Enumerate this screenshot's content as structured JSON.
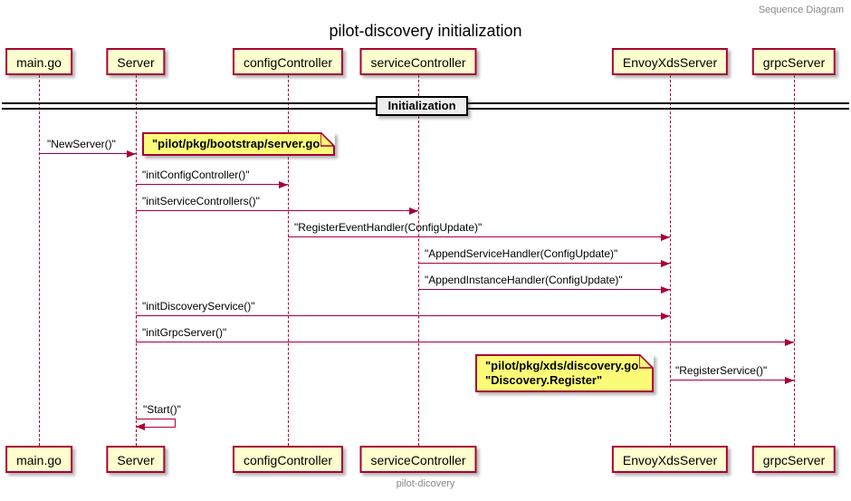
{
  "header": {
    "label": "Sequence Diagram"
  },
  "title": "pilot-discovery initialization",
  "divider": {
    "label": "Initialization"
  },
  "participants": [
    {
      "label": "main.go"
    },
    {
      "label": "Server"
    },
    {
      "label": "configController"
    },
    {
      "label": "serviceController"
    },
    {
      "label": "EnvoyXdsServer"
    },
    {
      "label": "grpcServer"
    }
  ],
  "messages": [
    {
      "label": "\"NewServer()\"",
      "from": "main.go",
      "to": "Server"
    },
    {
      "label": "\"initConfigController()\"",
      "from": "Server",
      "to": "configController"
    },
    {
      "label": "\"initServiceControllers()\"",
      "from": "Server",
      "to": "serviceController"
    },
    {
      "label": "\"RegisterEventHandler(ConfigUpdate)\"",
      "from": "configController",
      "to": "EnvoyXdsServer"
    },
    {
      "label": "\"AppendServiceHandler(ConfigUpdate)\"",
      "from": "serviceController",
      "to": "EnvoyXdsServer"
    },
    {
      "label": "\"AppendInstanceHandler(ConfigUpdate)\"",
      "from": "serviceController",
      "to": "EnvoyXdsServer"
    },
    {
      "label": "\"initDiscoveryService()\"",
      "from": "Server",
      "to": "EnvoyXdsServer"
    },
    {
      "label": "\"initGrpcServer()\"",
      "from": "Server",
      "to": "grpcServer"
    },
    {
      "label": "\"RegisterService()\"",
      "from": "EnvoyXdsServer",
      "to": "grpcServer"
    },
    {
      "label": "\"Start()\"",
      "from": "Server",
      "to": "Server"
    }
  ],
  "notes": [
    {
      "lines": [
        "\"pilot/pkg/bootstrap/server.go\""
      ]
    },
    {
      "lines": [
        "\"pilot/pkg/xds/discovery.go\"",
        "\"Discovery.Register\""
      ]
    }
  ],
  "footer": {
    "label": "pilot-dicovery"
  },
  "colors": {
    "participant_fill": "#FEFECE",
    "note_fill": "#FBFB77",
    "accent_border": "#A80036",
    "divider_fill": "#EEEEEE",
    "muted_text": "#888888"
  }
}
